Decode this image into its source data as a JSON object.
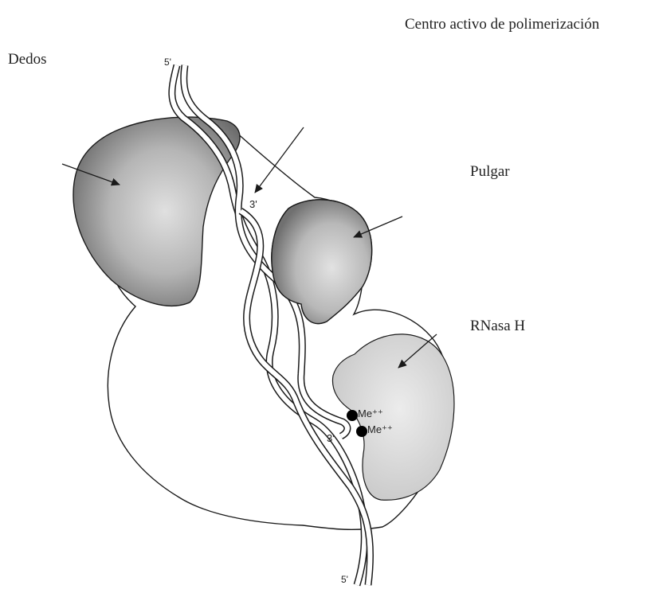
{
  "labels": {
    "active_site": "Centro activo de polimerización",
    "fingers": "Dedos",
    "thumb": "Pulgar",
    "rnase_h": "RNasa H",
    "strand_5_top": "5'",
    "strand_3_top": "3'",
    "strand_3_bottom": "3'",
    "metal_1": "Me⁺⁺",
    "metal_2": "Me⁺⁺",
    "strand_5_bottom": "5'"
  },
  "colors": {
    "outline": "#1a1a1a",
    "domain_dark": "#6e6e6e",
    "domain_light": "#c9c9c9",
    "metal": "#000000"
  }
}
